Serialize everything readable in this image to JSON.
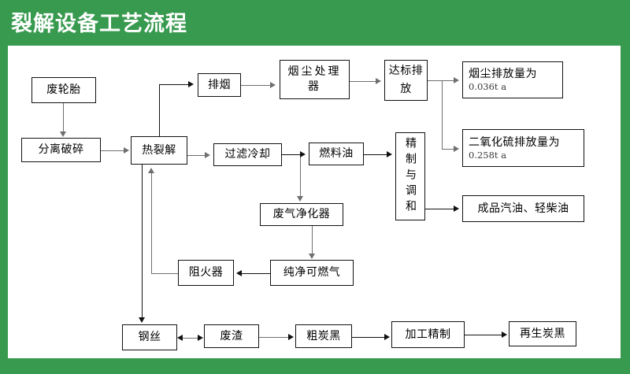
{
  "header": {
    "title": "裂解设备工艺流程",
    "bar_color": "#389a4f",
    "title_color": "#ffffff"
  },
  "canvas": {
    "background": "#ffffff",
    "node_border_color": "#111111",
    "connector_color": "#6f6f6f"
  },
  "nodes": {
    "waste_tire": "废轮胎",
    "separation_crushing": "分离破碎",
    "thermal_cracking": "热裂解",
    "flue_gas": "排烟",
    "dust_treatment": "烟尘处理器",
    "standard_emission": "达标排放",
    "dust_emission_title": "烟尘排放量为",
    "dust_emission_value": "0.036t a",
    "so2_emission_title": "二氧化硫排放量为",
    "so2_emission_value": "0.258t a",
    "filter_cooling": "过滤冷却",
    "fuel_oil": "燃料油",
    "refining_blending": "精制与调和",
    "finished_products": "成品汽油、轻柴油",
    "exhaust_purifier": "废气净化器",
    "clean_combustible_gas": "纯净可燃气",
    "flame_arrester": "阻火器",
    "steel_wire": "钢丝",
    "waste_residue": "废渣",
    "crude_carbon_black": "粗炭黑",
    "processing_refining": "加工精制",
    "recycled_carbon_black": "再生炭黑"
  },
  "flow_edges": [
    {
      "from": "废轮胎",
      "to": "分离破碎",
      "direction": "down"
    },
    {
      "from": "分离破碎",
      "to": "热裂解",
      "direction": "right"
    },
    {
      "from": "热裂解",
      "to": "排烟",
      "direction": "up-right"
    },
    {
      "from": "排烟",
      "to": "烟尘处理器",
      "direction": "right"
    },
    {
      "from": "烟尘处理器",
      "to": "达标排放",
      "direction": "right"
    },
    {
      "from": "达标排放",
      "to": "烟尘排放量为",
      "direction": "right"
    },
    {
      "from": "达标排放",
      "to": "二氧化硫排放量为",
      "direction": "down-right"
    },
    {
      "from": "热裂解",
      "to": "过滤冷却",
      "direction": "right"
    },
    {
      "from": "过滤冷却",
      "to": "燃料油",
      "direction": "right"
    },
    {
      "from": "燃料油",
      "to": "精制与调和",
      "direction": "right"
    },
    {
      "from": "精制与调和",
      "to": "成品汽油、轻柴油",
      "direction": "right"
    },
    {
      "from": "过滤冷却",
      "to": "废气净化器",
      "direction": "down"
    },
    {
      "from": "废气净化器",
      "to": "纯净可燃气",
      "direction": "down"
    },
    {
      "from": "纯净可燃气",
      "to": "阻火器",
      "direction": "left"
    },
    {
      "from": "阻火器",
      "to": "热裂解",
      "direction": "left-up"
    },
    {
      "from": "热裂解",
      "to": "钢丝",
      "direction": "down"
    },
    {
      "from": "钢丝",
      "to": "废渣",
      "direction": "both"
    },
    {
      "from": "废渣",
      "to": "粗炭黑",
      "direction": "right"
    },
    {
      "from": "粗炭黑",
      "to": "加工精制",
      "direction": "right"
    },
    {
      "from": "加工精制",
      "to": "再生炭黑",
      "direction": "right"
    }
  ]
}
